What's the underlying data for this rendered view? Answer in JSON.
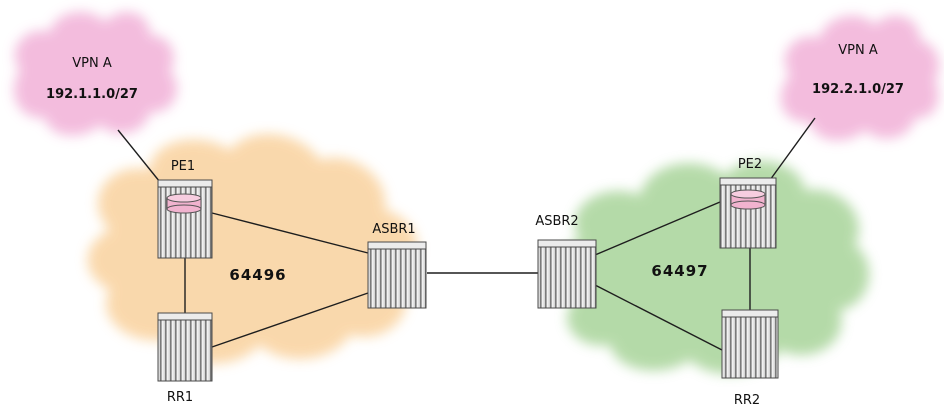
{
  "colors": {
    "vpn_cloud": "#f3b9dc",
    "as_left_cloud": "#f9d29e",
    "as_right_cloud": "#a8d49a",
    "router_fill": "#e8e8e8",
    "router_stripe": "#7a7a7a",
    "vrf_disk": "#f1b3cf",
    "link": "#1e1e1e"
  },
  "vpn_left": {
    "name": "VPN A",
    "subnet": "192.1.1.0/27"
  },
  "vpn_right": {
    "name": "VPN A",
    "subnet": "192.2.1.0/27"
  },
  "as_left": "64496",
  "as_right": "64497",
  "routers": {
    "pe1": "PE1",
    "rr1": "RR1",
    "asbr1": "ASBR1",
    "asbr2": "ASBR2",
    "pe2": "PE2",
    "rr2": "RR2"
  },
  "icons": {
    "router": "router-icon",
    "vrf": "vrf-disk-icon",
    "cloud": "cloud-icon"
  }
}
